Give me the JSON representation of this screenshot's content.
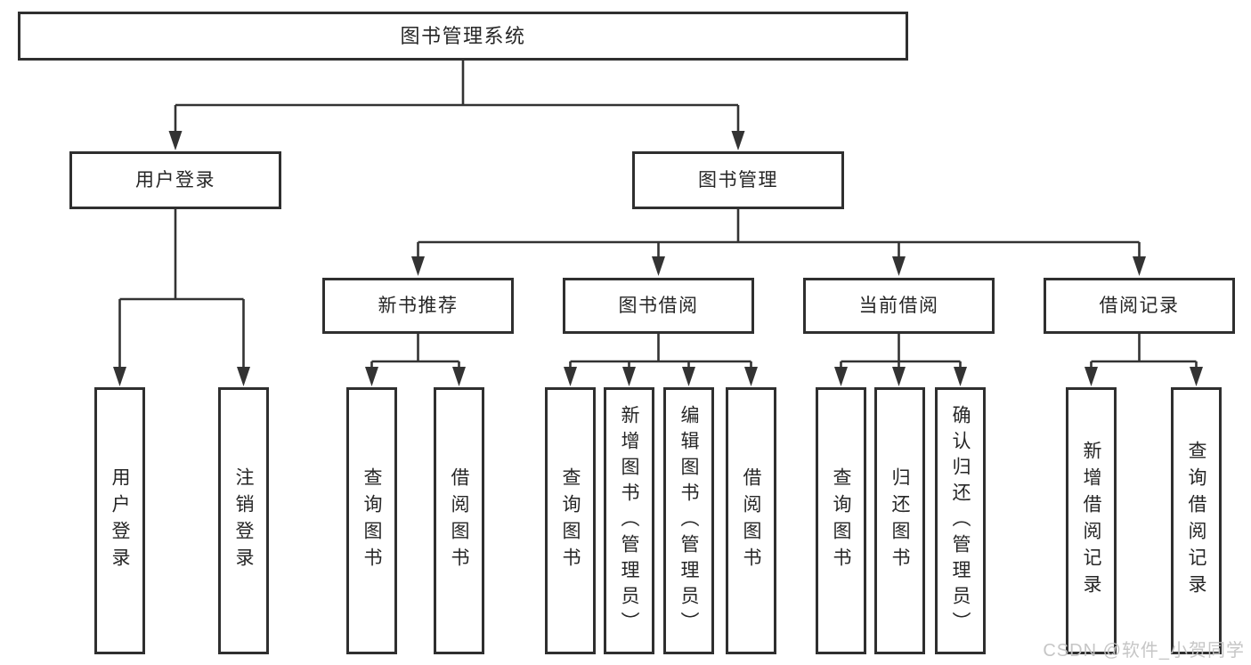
{
  "page": {
    "background": "#ffffff",
    "line_color": "#333333",
    "box_border_color": "#2f2f2f",
    "text_color": "#262626"
  },
  "tree": {
    "label": "图书管理系统",
    "children": [
      {
        "label": "用户登录",
        "children": [
          {
            "label": "用户登录"
          },
          {
            "label": "注销登录"
          }
        ]
      },
      {
        "label": "图书管理",
        "children": [
          {
            "label": "新书推荐",
            "children": [
              {
                "label": "查询图书"
              },
              {
                "label": "借阅图书"
              }
            ]
          },
          {
            "label": "图书借阅",
            "children": [
              {
                "label": "查询图书"
              },
              {
                "label": "新增图书（管理员）"
              },
              {
                "label": "编辑图书（管理员）"
              },
              {
                "label": "借阅图书"
              }
            ]
          },
          {
            "label": "当前借阅",
            "children": [
              {
                "label": "查询图书"
              },
              {
                "label": "归还图书"
              },
              {
                "label": "确认归还（管理员）"
              }
            ]
          },
          {
            "label": "借阅记录",
            "children": [
              {
                "label": "新增借阅记录"
              },
              {
                "label": "查询借阅记录"
              }
            ]
          }
        ]
      }
    ]
  },
  "watermark": {
    "text": "CSDN @软件_小贺同学",
    "color": "#c3c3c3"
  }
}
